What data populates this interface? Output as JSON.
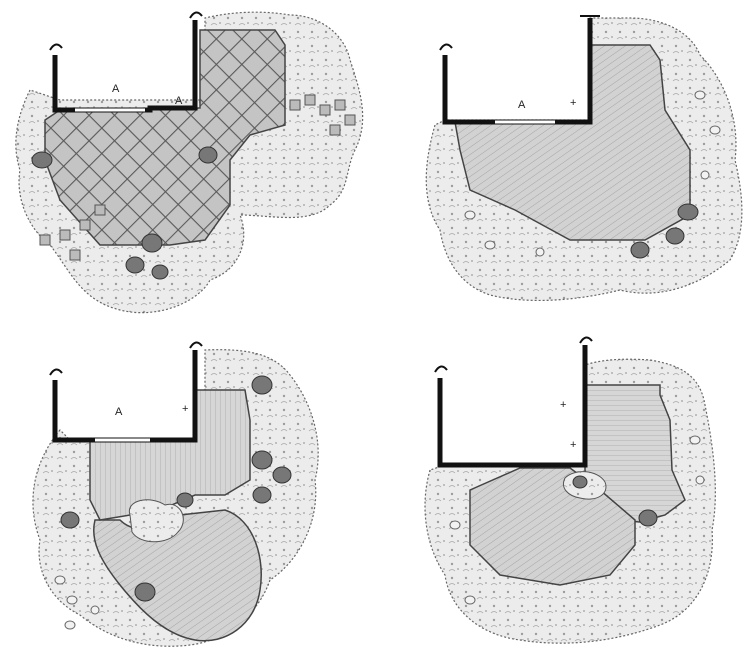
{
  "plans": [
    {
      "id": "plan-1",
      "surface": "diagonal-grid",
      "door_label": "A",
      "steps_label": "A"
    },
    {
      "id": "plan-2",
      "surface": "diagonal-boards",
      "door_label": "A",
      "steps_label": "+"
    },
    {
      "id": "plan-3",
      "surface": "boards-two-level",
      "door_label": "A",
      "steps_label": "+"
    },
    {
      "id": "plan-4",
      "surface": "boards-two-level",
      "door_label": "+",
      "steps_label": "+"
    }
  ],
  "colors": {
    "deck_fill": "#cfcfcf",
    "grid_fill": "#bdbdbd",
    "wall": "#111111",
    "planting_outline": "#555555",
    "planting_fill": "#e6e6e6",
    "boulder": "#777777"
  }
}
